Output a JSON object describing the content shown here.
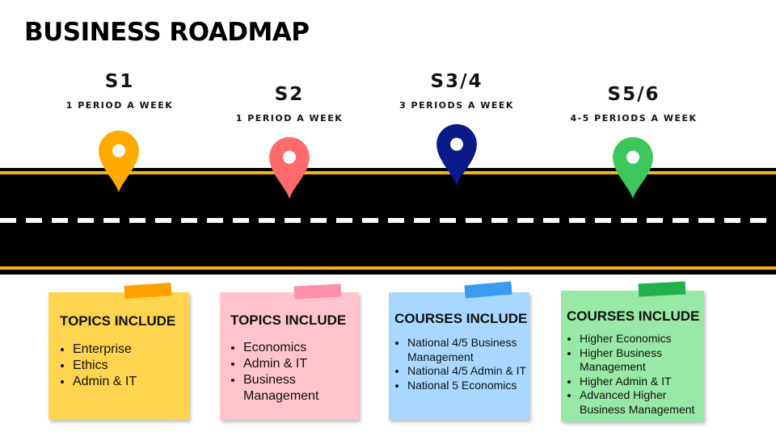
{
  "title": "BUSINESS ROADMAP",
  "colors": {
    "road": "#000000",
    "road_edge": "#f5b31c",
    "pin_s1": "#ffaa00",
    "pin_s2": "#ff6b6b",
    "pin_s34": "#0a1a8a",
    "pin_s56": "#3cc65c"
  },
  "stages": [
    {
      "label": "S1",
      "frequency": "1 PERIOD A WEEK",
      "pin_icon": "map-pin-icon"
    },
    {
      "label": "S2",
      "frequency": "1 PERIOD A WEEK",
      "pin_icon": "map-pin-icon"
    },
    {
      "label": "S3/4",
      "frequency": "3 PERIODS A WEEK",
      "pin_icon": "map-pin-icon"
    },
    {
      "label": "S5/6",
      "frequency": "4-5 PERIODS A WEEK",
      "pin_icon": "map-pin-icon"
    }
  ],
  "notes": [
    {
      "heading": "TOPICS INCLUDE",
      "items": [
        "Enterprise",
        "Ethics",
        "Admin & IT"
      ]
    },
    {
      "heading": "TOPICS INCLUDE",
      "items": [
        "Economics",
        "Admin & IT",
        "Business Management"
      ]
    },
    {
      "heading": "COURSES INCLUDE",
      "items": [
        "National 4/5 Business Management",
        "National 4/5 Admin & IT",
        "National 5 Economics"
      ]
    },
    {
      "heading": "COURSES INCLUDE",
      "items": [
        "Higher Economics",
        "Higher Business Management",
        "Higher Admin & IT",
        "Advanced Higher Business Management"
      ]
    }
  ]
}
